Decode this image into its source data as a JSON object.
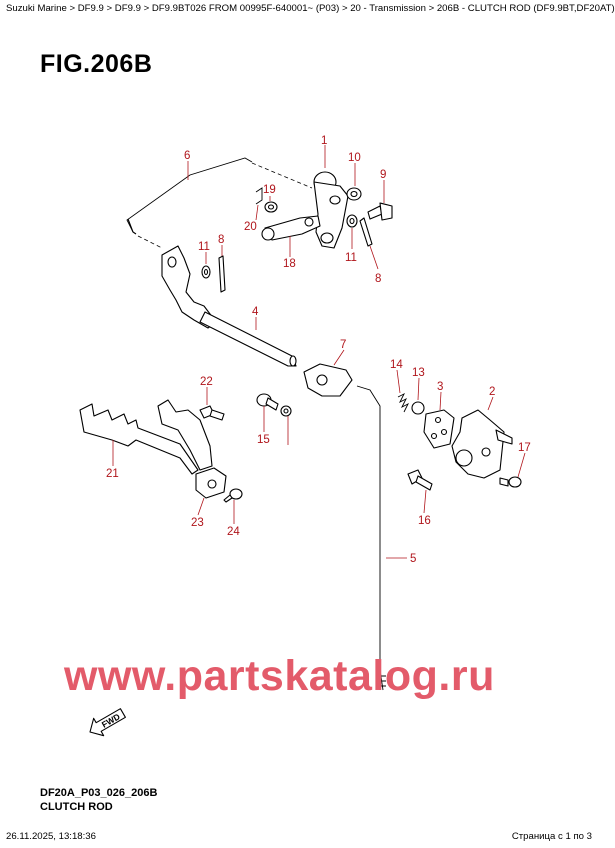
{
  "breadcrumb": "Suzuki Marine > DF9.9 > DF9.9 > DF9.9BT026 FROM 00995F-640001~ (P03) > 20 - Transmission > 206B - CLUTCH ROD (DF9.9BT,DF20AT)",
  "figure": {
    "title": "FIG.206B",
    "code": "DF20A_P03_026_206B",
    "name": "CLUTCH ROD"
  },
  "watermark": "www.partskatalog.ru",
  "fwd_label": "FWD",
  "footer": {
    "timestamp": "26.11.2025, 13:18:36",
    "page_info": "Страница с 1 по 3"
  },
  "callouts": {
    "c1": "1",
    "c2": "2",
    "c3": "3",
    "c4": "4",
    "c5": "5",
    "c6": "6",
    "c7": "7",
    "c8a": "8",
    "c8b": "8",
    "c9": "9",
    "c10": "10",
    "c11a": "11",
    "c11b": "11",
    "c13": "13",
    "c14": "14",
    "c15": "15",
    "c16": "16",
    "c17": "17",
    "c18": "18",
    "c19": "19",
    "c20": "20",
    "c21": "21",
    "c22": "22",
    "c23": "23",
    "c24": "24"
  },
  "colors": {
    "callout": "#b0151b",
    "watermark": "#e35b6a"
  }
}
